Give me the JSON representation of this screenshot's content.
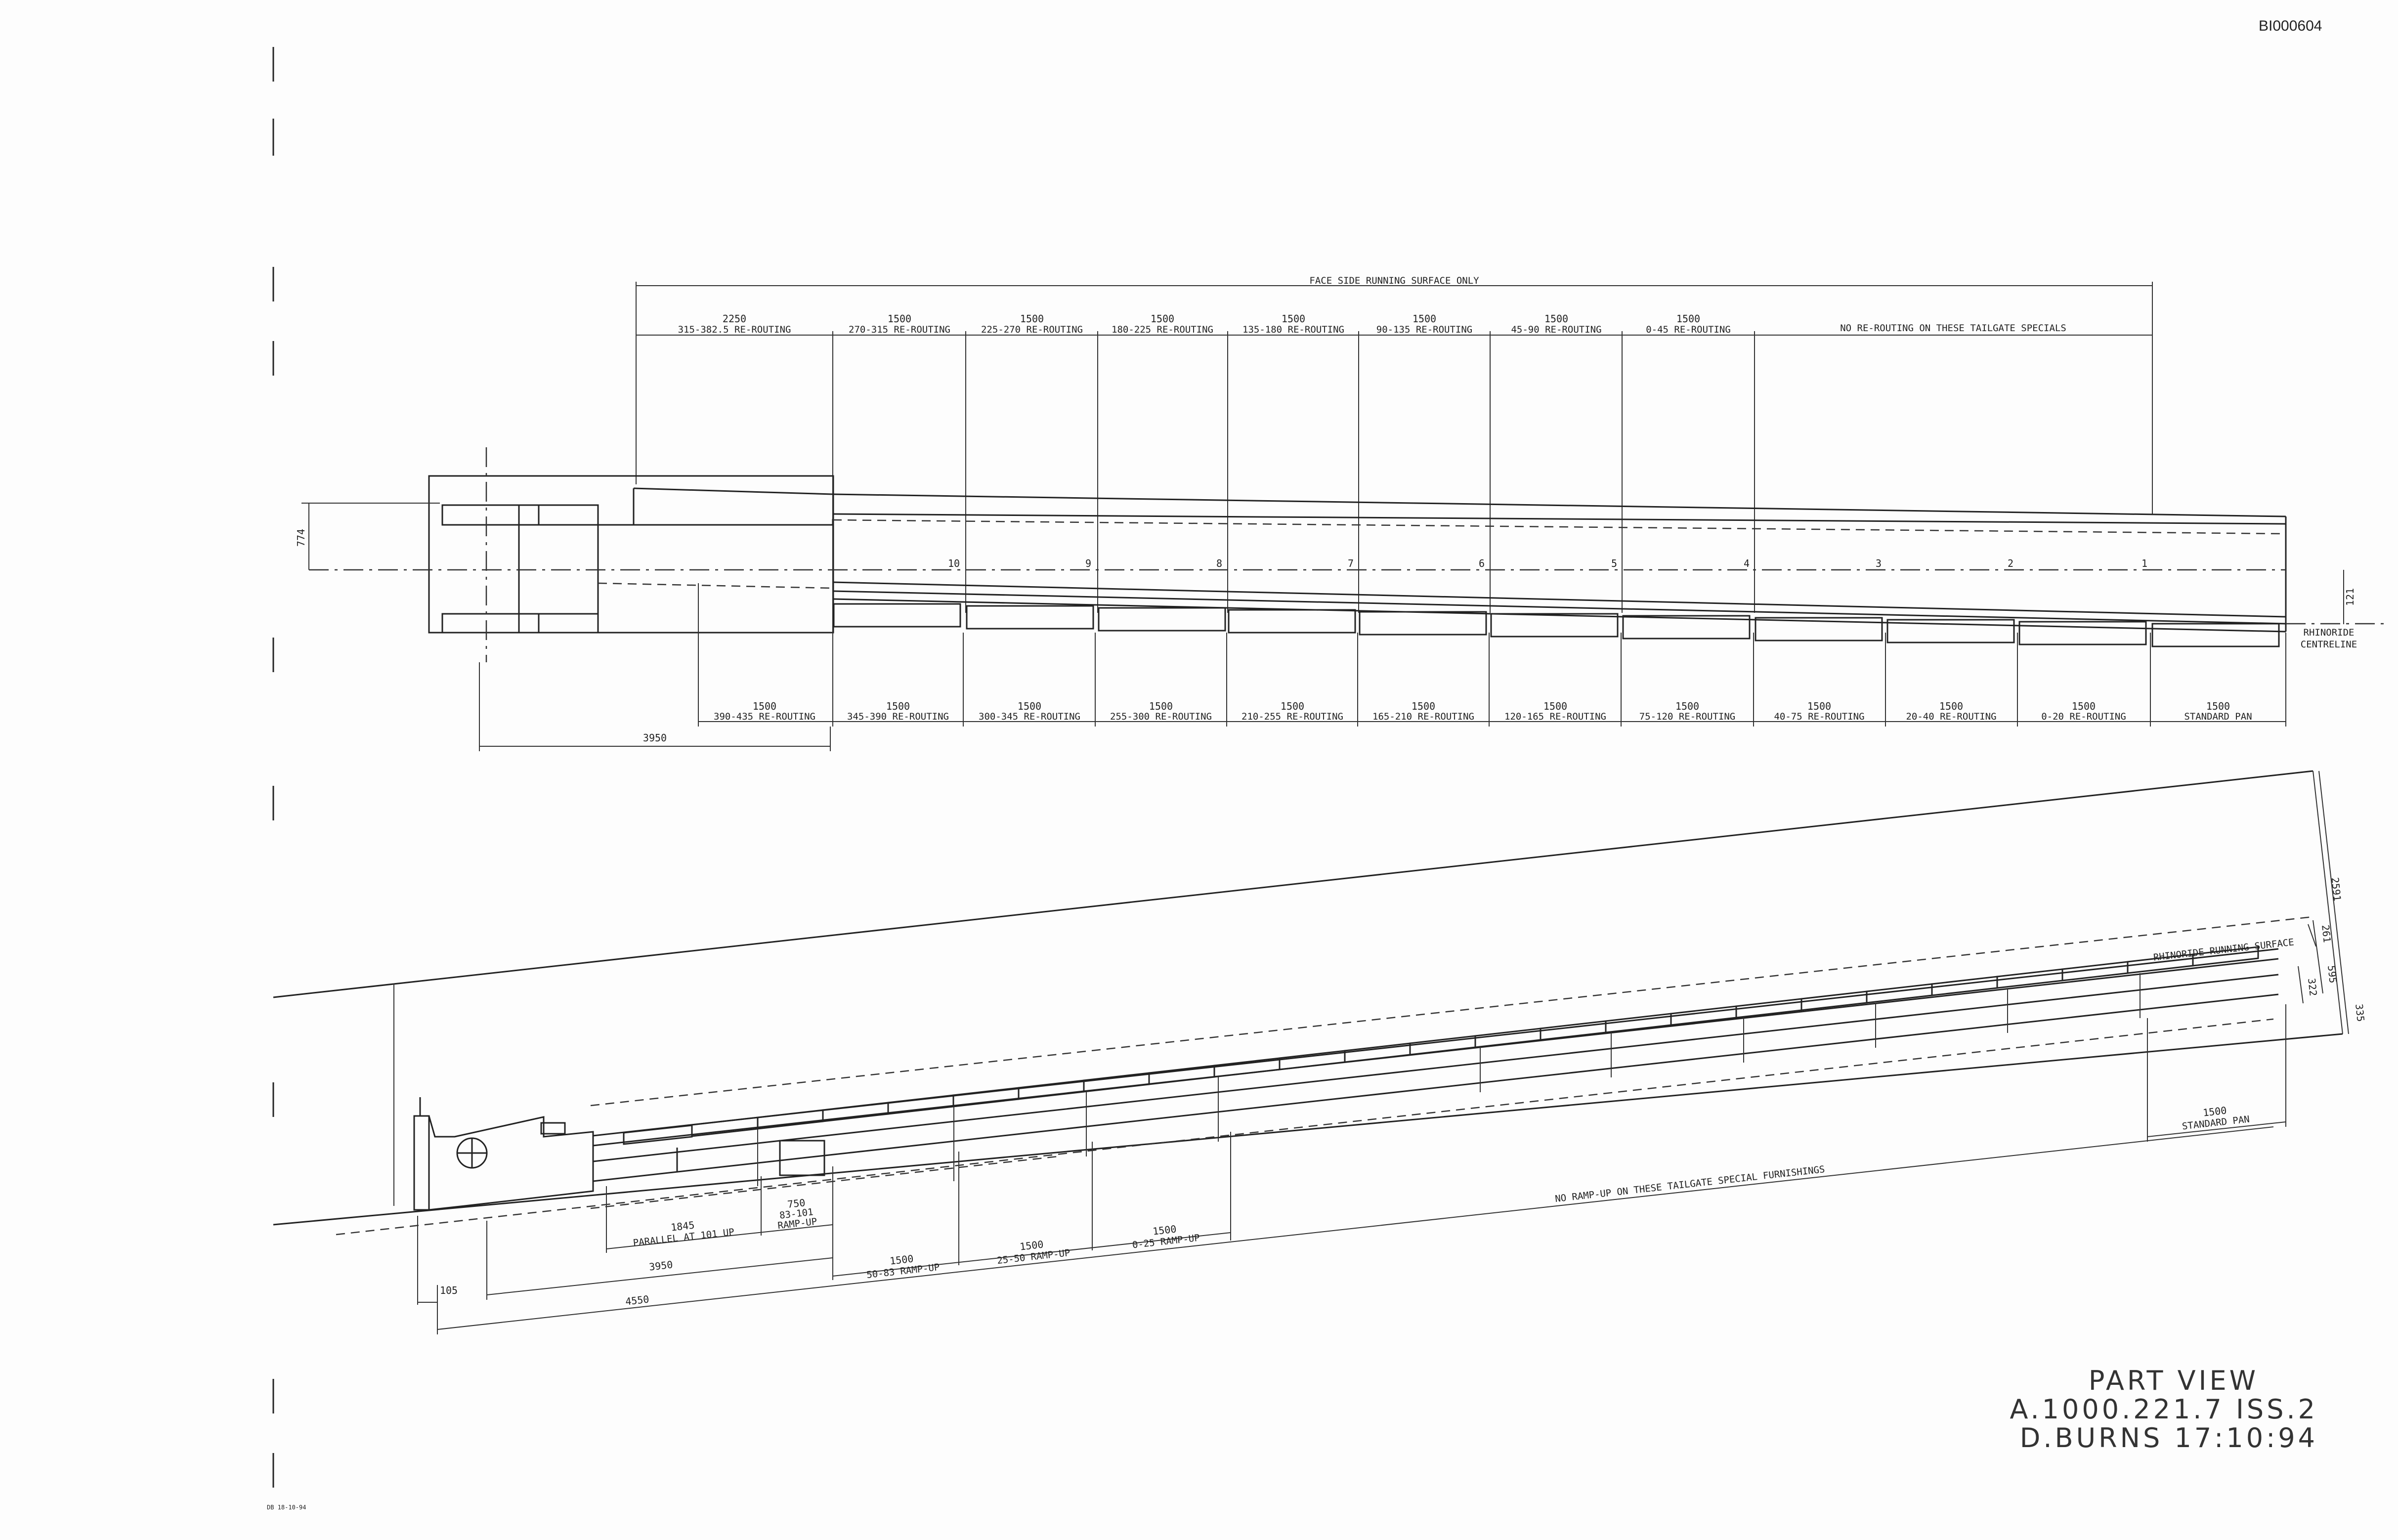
{
  "document_ref": "BI000604",
  "plan_view": {
    "top_header": "FACE SIDE RUNNING SURFACE ONLY",
    "top_segments": [
      {
        "length": "2250",
        "label": "315-382.5 RE-ROUTING"
      },
      {
        "length": "1500",
        "label": "270-315 RE-ROUTING"
      },
      {
        "length": "1500",
        "label": "225-270 RE-ROUTING"
      },
      {
        "length": "1500",
        "label": "180-225 RE-ROUTING"
      },
      {
        "length": "1500",
        "label": "135-180 RE-ROUTING"
      },
      {
        "length": "1500",
        "label": "90-135 RE-ROUTING"
      },
      {
        "length": "1500",
        "label": "45-90 RE-ROUTING"
      },
      {
        "length": "1500",
        "label": "0-45 RE-ROUTING"
      },
      {
        "length": "",
        "label": "NO RE-ROUTING ON THESE TAILGATE SPECIALS"
      }
    ],
    "bottom_segments": [
      {
        "length": "1500",
        "label": "390-435 RE-ROUTING"
      },
      {
        "length": "1500",
        "label": "345-390 RE-ROUTING"
      },
      {
        "length": "1500",
        "label": "300-345 RE-ROUTING"
      },
      {
        "length": "1500",
        "label": "255-300 RE-ROUTING"
      },
      {
        "length": "1500",
        "label": "210-255 RE-ROUTING"
      },
      {
        "length": "1500",
        "label": "165-210 RE-ROUTING"
      },
      {
        "length": "1500",
        "label": "120-165 RE-ROUTING"
      },
      {
        "length": "1500",
        "label": "75-120 RE-ROUTING"
      },
      {
        "length": "1500",
        "label": "40-75 RE-ROUTING"
      },
      {
        "length": "1500",
        "label": "20-40 RE-ROUTING"
      },
      {
        "length": "1500",
        "label": "0-20 RE-ROUTING"
      },
      {
        "length": "1500",
        "label": "STANDARD PAN"
      }
    ],
    "pan_numbers": [
      "10",
      "9",
      "8",
      "7",
      "6",
      "5",
      "4",
      "3",
      "2",
      "1"
    ],
    "dim_left_height": "774",
    "dim_right_offset": "121",
    "dim_base": "3950",
    "centreline_label_1": "RHINORIDE",
    "centreline_label_2": "CENTRELINE"
  },
  "elevation_view": {
    "running_surface_label": "RHINORIDE RUNNING SURFACE",
    "no_rampup_label": "NO RAMP-UP ON THESE TAILGATE SPECIAL FURNISHINGS",
    "standard_pan_length": "1500",
    "standard_pan_label": "STANDARD PAN",
    "dim_right_total": "2591",
    "dim_right_a": "261",
    "dim_right_b": "595",
    "dim_right_c": "322",
    "dim_right_d": "335",
    "parallel_length": "1845",
    "parallel_label": "PARALLEL AT 101 UP",
    "ramp_a_length": "750",
    "ramp_a_range": "83-101",
    "ramp_a_label": "RAMP-UP",
    "ramp_b_length": "1500",
    "ramp_b_label": "50-83 RAMP-UP",
    "ramp_c_length": "1500",
    "ramp_c_label": "25-50 RAMP-UP",
    "ramp_d_length": "1500",
    "ramp_d_label": "0-25 RAMP-UP",
    "dim_3950": "3950",
    "dim_4550": "4550",
    "dim_105": "105"
  },
  "title_block": {
    "line1": "PART VIEW",
    "line2": "A.1000.221.7 ISS.2",
    "line3": "D.BURNS 17:10:94"
  },
  "stamp": "DB 18-10-94"
}
